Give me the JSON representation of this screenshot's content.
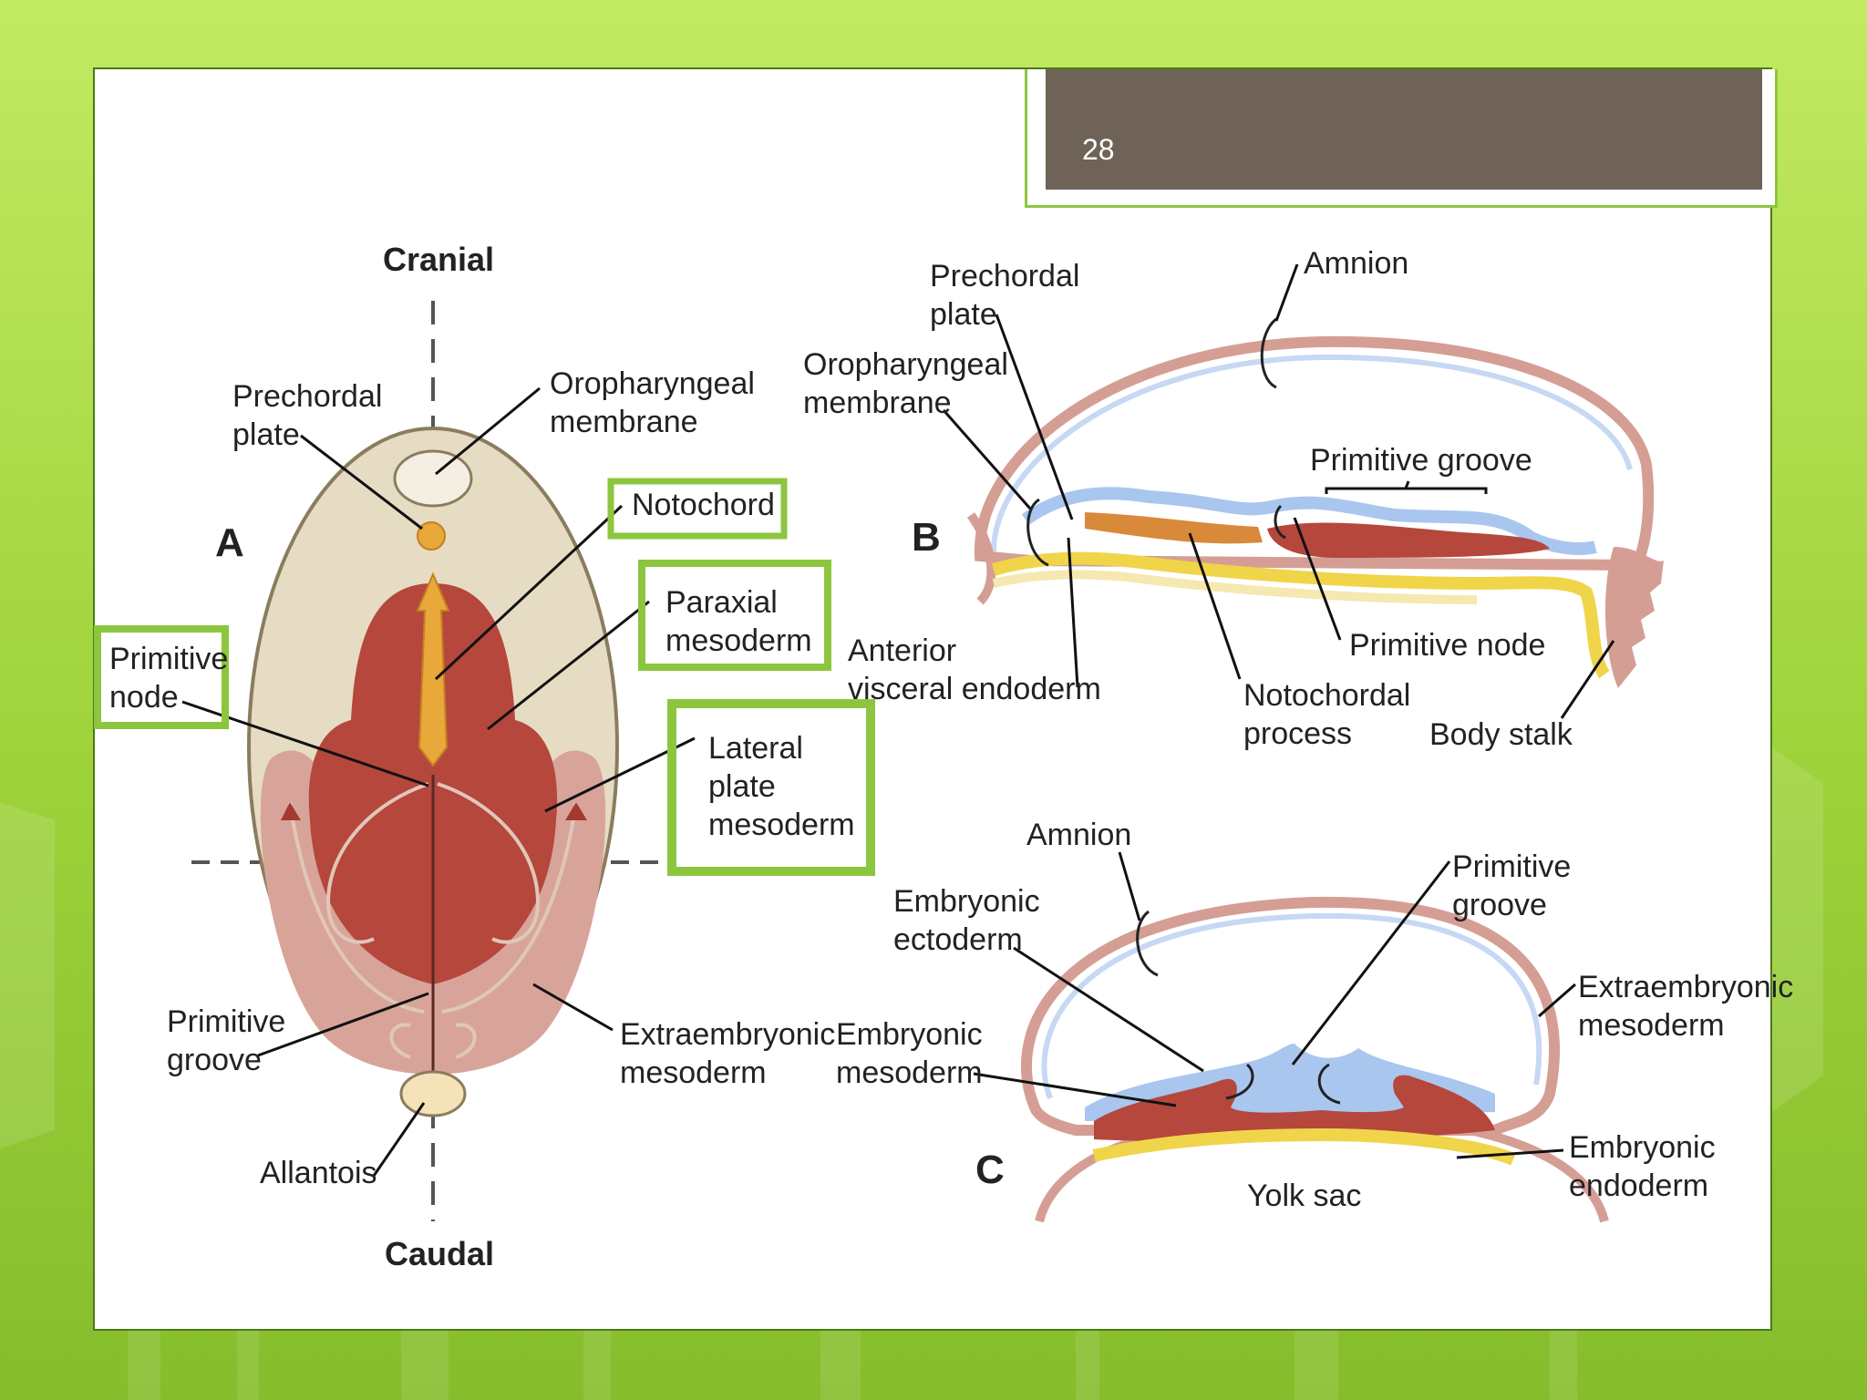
{
  "slide_number": "28",
  "colors": {
    "background": "#a6d845",
    "highlight_box": "#8cc63f",
    "number_tab": "#6e6356",
    "mesoderm": "#b5473d",
    "notochord": "#e9a83a",
    "ectoderm": "#a9c6ee",
    "endoderm": "#f0d54a",
    "amnion": "#d59e94"
  },
  "panel_a": {
    "panel_label": "A",
    "top_axis": "Cranial",
    "bottom_axis": "Caudal",
    "prechordal_plate": [
      "Prechordal",
      "plate"
    ],
    "oropharyngeal_membrane": [
      "Oropharyngeal",
      "membrane"
    ],
    "notochord": "Notochord",
    "paraxial_mesoderm": [
      "Paraxial",
      "mesoderm"
    ],
    "primitive_node": [
      "Primitive",
      "node"
    ],
    "lateral_plate_mesoderm": [
      "Lateral",
      "plate",
      "mesoderm"
    ],
    "primitive_groove": [
      "Primitive",
      "groove"
    ],
    "extraembryonic_mesoderm": [
      "Extraembryonic",
      "mesoderm"
    ],
    "allantois": "Allantois"
  },
  "panel_b": {
    "panel_label": "B",
    "prechordal_plate": [
      "Prechordal",
      "plate"
    ],
    "amnion": "Amnion",
    "oropharyngeal_membrane": [
      "Oropharyngeal",
      "membrane"
    ],
    "primitive_groove": "Primitive groove",
    "anterior_visceral_endoderm": [
      "Anterior",
      "visceral endoderm"
    ],
    "primitive_node": "Primitive node",
    "notochordal_process": [
      "Notochordal",
      "process"
    ],
    "body_stalk": "Body stalk"
  },
  "panel_c": {
    "panel_label": "C",
    "amnion": "Amnion",
    "primitive_groove": [
      "Primitive",
      "groove"
    ],
    "embryonic_ectoderm": [
      "Embryonic",
      "ectoderm"
    ],
    "extraembryonic_mesoderm": [
      "Extraembryonic",
      "mesoderm"
    ],
    "embryonic_mesoderm": [
      "Embryonic",
      "mesoderm"
    ],
    "embryonic_endoderm": [
      "Embryonic",
      "endoderm"
    ],
    "yolk_sac": "Yolk sac"
  }
}
